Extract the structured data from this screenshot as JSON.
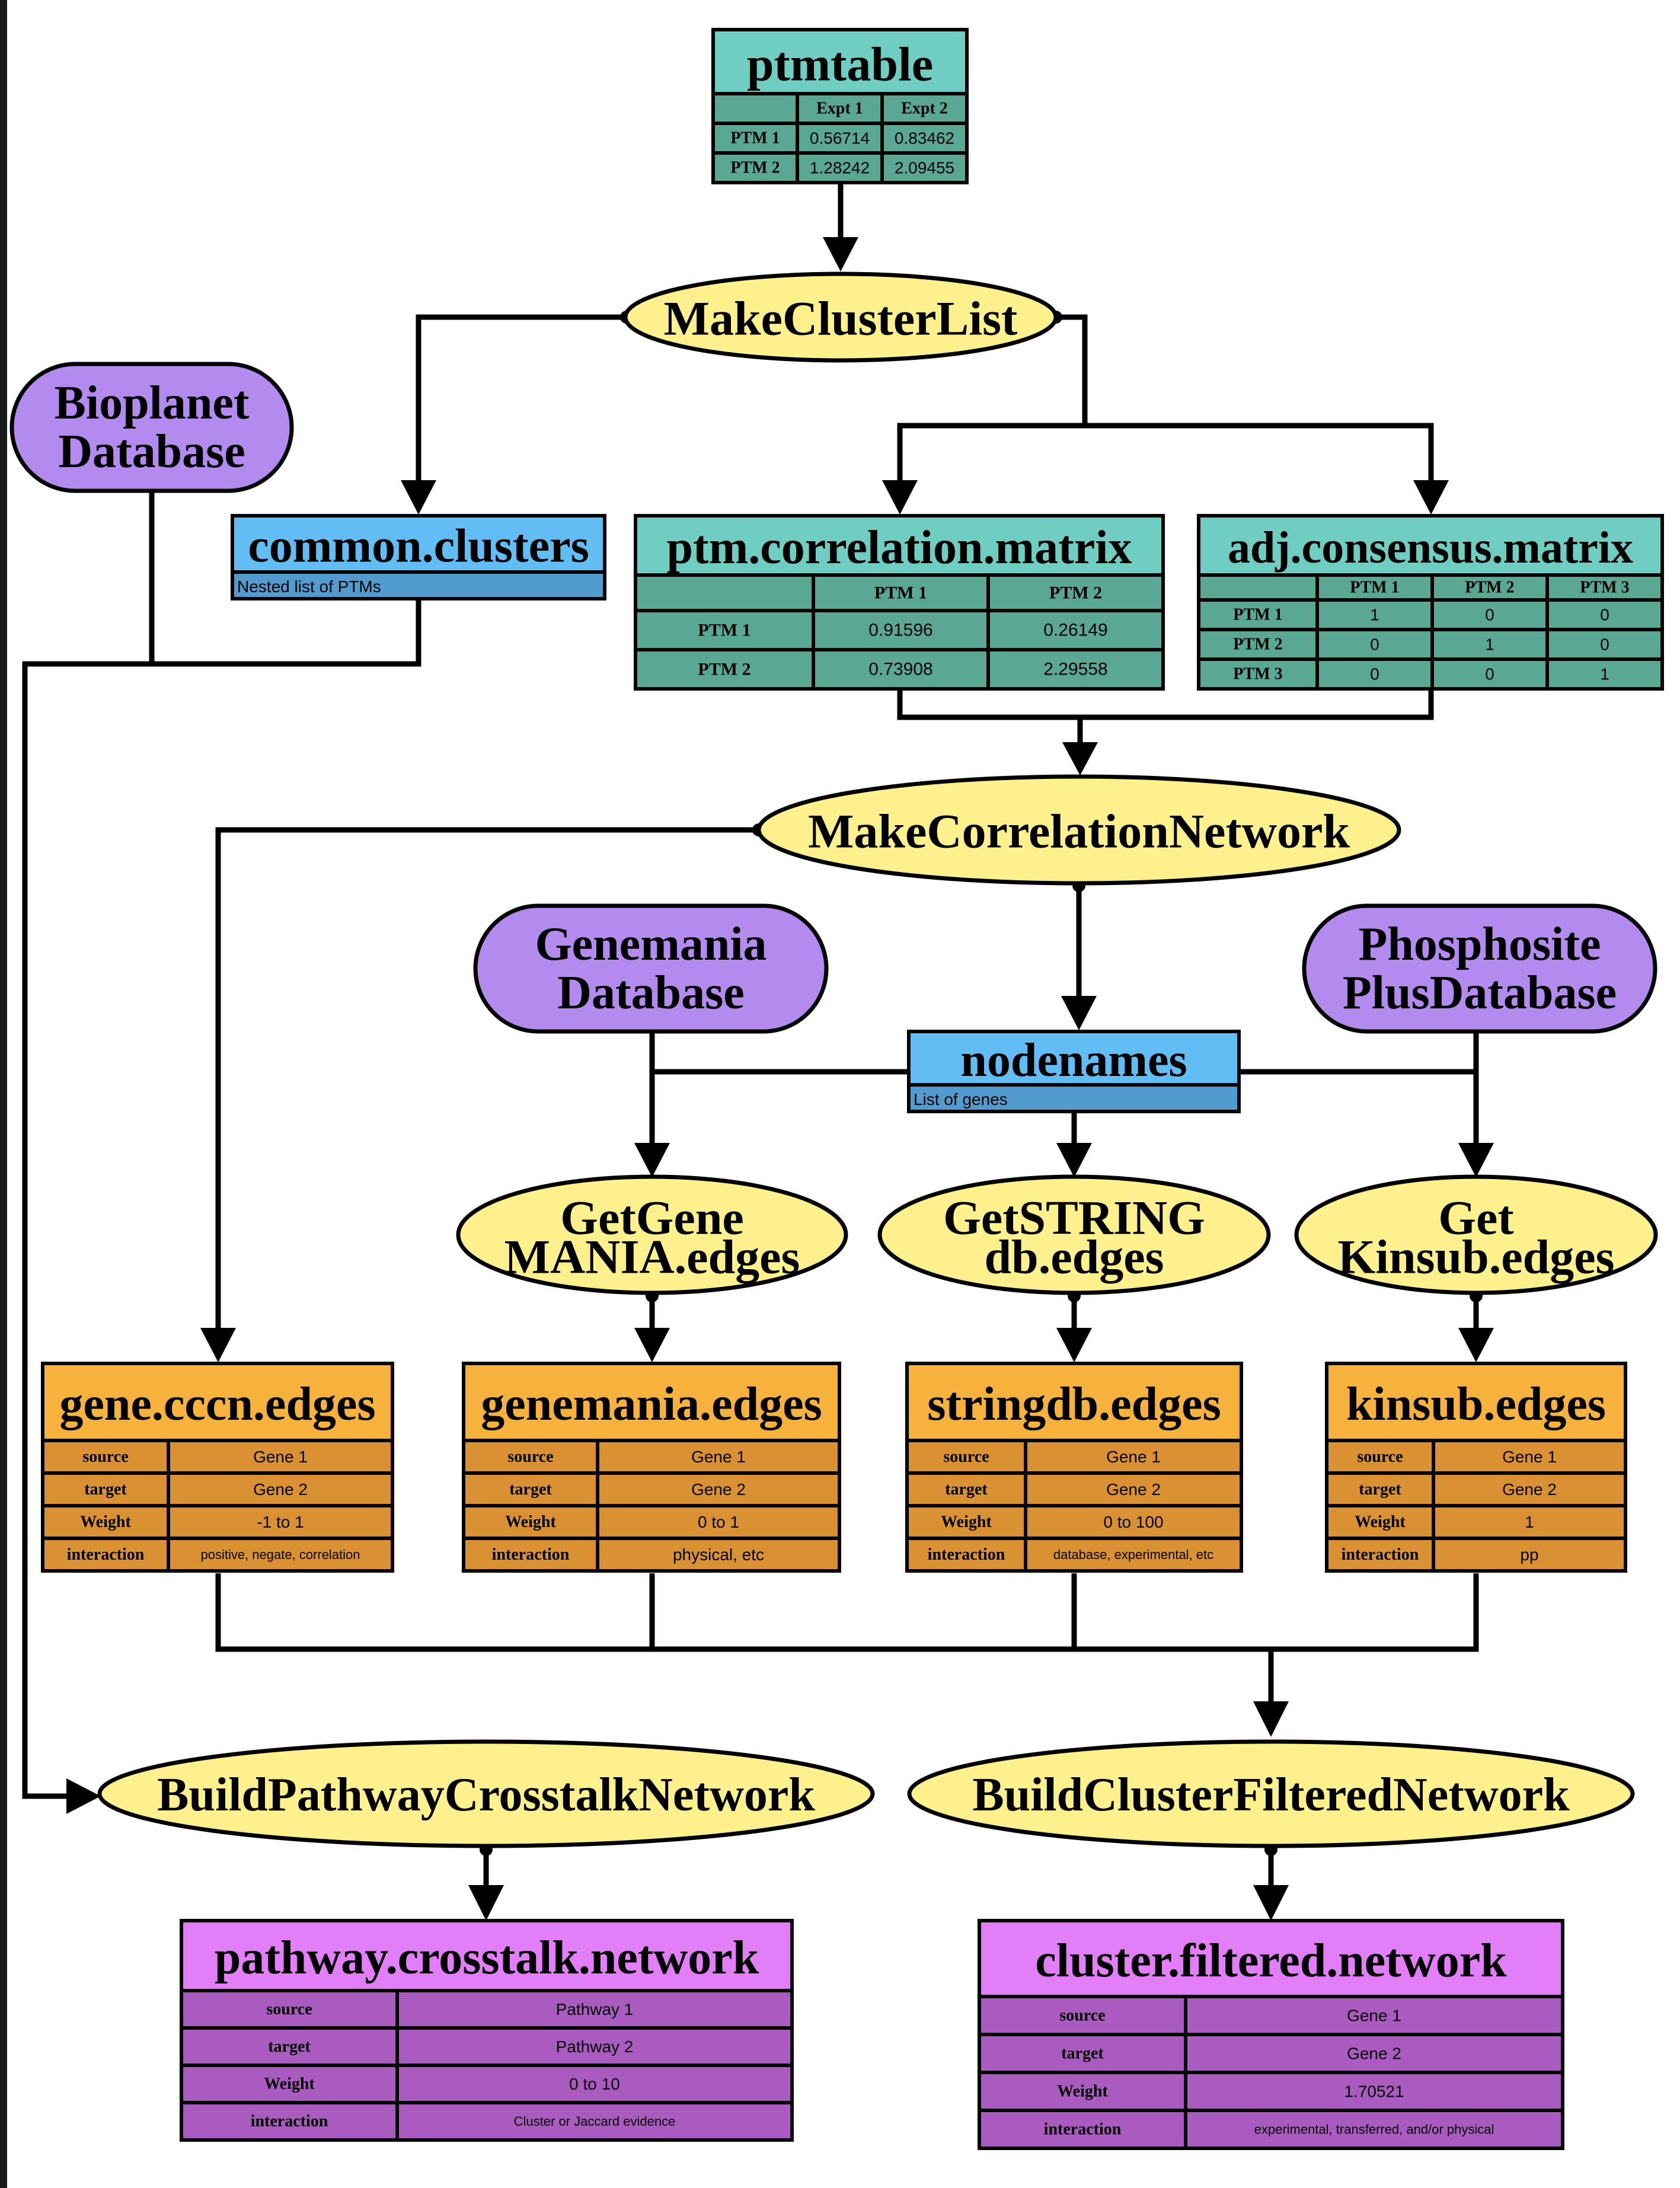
{
  "colors": {
    "teal_header": "#6fcdc1",
    "teal_cell": "#5aa894",
    "blue_header": "#62bdf4",
    "blue_cell": "#529bcf",
    "orange_header": "#f7b23e",
    "orange_cell": "#d99133",
    "magenta_header": "#e27ef7",
    "magenta_cell": "#a95bbf",
    "yellow_process": "#fff08e",
    "purple_database": "#b38aed",
    "left_border": "#1a1a1a"
  },
  "processes": {
    "make_cluster_list": "MakeClusterList",
    "make_correlation_network": "MakeCorrelationNetwork",
    "get_genemania": [
      "GetGene",
      "MANIA.edges"
    ],
    "get_string": [
      "GetSTRING",
      "db.edges"
    ],
    "get_kinsub": [
      "Get",
      "Kinsub.edges"
    ],
    "build_pathway": "BuildPathwayCrosstalkNetwork",
    "build_cluster": "BuildClusterFilteredNetwork"
  },
  "databases": {
    "bioplanet": [
      "Bioplanet",
      "Database"
    ],
    "genemania": [
      "Genemania",
      "Database"
    ],
    "phosphosite": [
      "Phosphosite",
      "PlusDatabase"
    ]
  },
  "ptmtable": {
    "title": "ptmtable",
    "header": [
      "",
      "Expt 1",
      "Expt 2"
    ],
    "rows": [
      [
        "PTM 1",
        "0.56714",
        "0.83462"
      ],
      [
        "PTM 2",
        "1.28242",
        "2.09455"
      ]
    ]
  },
  "common_clusters": {
    "title": "common.clusters",
    "subtitle": "Nested list of PTMs"
  },
  "ptm_correlation": {
    "title": "ptm.correlation.matrix",
    "header": [
      "",
      "PTM 1",
      "PTM 2"
    ],
    "rows": [
      [
        "PTM 1",
        "0.91596",
        "0.26149"
      ],
      [
        "PTM 2",
        "0.73908",
        "2.29558"
      ]
    ]
  },
  "adj_consensus": {
    "title": "adj.consensus.matrix",
    "header": [
      "",
      "PTM 1",
      "PTM 2",
      "PTM 3"
    ],
    "rows": [
      [
        "PTM 1",
        "1",
        "0",
        "0"
      ],
      [
        "PTM 2",
        "0",
        "1",
        "0"
      ],
      [
        "PTM 3",
        "0",
        "0",
        "1"
      ]
    ]
  },
  "nodenames": {
    "title": "nodenames",
    "subtitle": "List of genes"
  },
  "gene_cccn": {
    "title": "gene.cccn.edges",
    "rows": [
      [
        "source",
        "Gene 1"
      ],
      [
        "target",
        "Gene 2"
      ],
      [
        "Weight",
        "-1 to 1"
      ],
      [
        "interaction",
        "positive, negate, correlation"
      ]
    ]
  },
  "genemania_edges": {
    "title": "genemania.edges",
    "rows": [
      [
        "source",
        "Gene 1"
      ],
      [
        "target",
        "Gene 2"
      ],
      [
        "Weight",
        "0 to 1"
      ],
      [
        "interaction",
        "physical, etc"
      ]
    ]
  },
  "stringdb_edges": {
    "title": "stringdb.edges",
    "rows": [
      [
        "source",
        "Gene 1"
      ],
      [
        "target",
        "Gene 2"
      ],
      [
        "Weight",
        "0 to 100"
      ],
      [
        "interaction",
        "database, experimental, etc"
      ]
    ]
  },
  "kinsub_edges": {
    "title": "kinsub.edges",
    "rows": [
      [
        "source",
        "Gene 1"
      ],
      [
        "target",
        "Gene 2"
      ],
      [
        "Weight",
        "1"
      ],
      [
        "interaction",
        "pp"
      ]
    ]
  },
  "pathway_network": {
    "title": "pathway.crosstalk.network",
    "rows": [
      [
        "source",
        "Pathway 1"
      ],
      [
        "target",
        "Pathway 2"
      ],
      [
        "Weight",
        "0 to 10"
      ],
      [
        "interaction",
        "Cluster or Jaccard evidence"
      ]
    ]
  },
  "cluster_network": {
    "title": "cluster.filtered.network",
    "rows": [
      [
        "source",
        "Gene 1"
      ],
      [
        "target",
        "Gene 2"
      ],
      [
        "Weight",
        "1.70521"
      ],
      [
        "interaction",
        "experimental, transferred, and/or physical"
      ]
    ]
  }
}
